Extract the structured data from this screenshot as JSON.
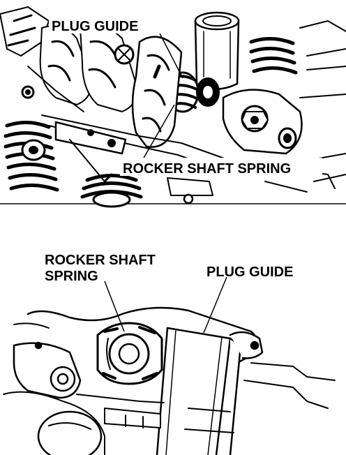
{
  "figures": [
    {
      "labels": {
        "plug_guide": "PLUG GUIDE",
        "rocker_shaft_spring": "ROCKER SHAFT SPRING"
      }
    },
    {
      "labels": {
        "rocker_shaft_spring_line1": "ROCKER SHAFT",
        "rocker_shaft_spring_line2": "SPRING",
        "plug_guide": "PLUG GUIDE"
      }
    }
  ],
  "colors": {
    "ink": "#000000",
    "paper": "#ffffff"
  }
}
